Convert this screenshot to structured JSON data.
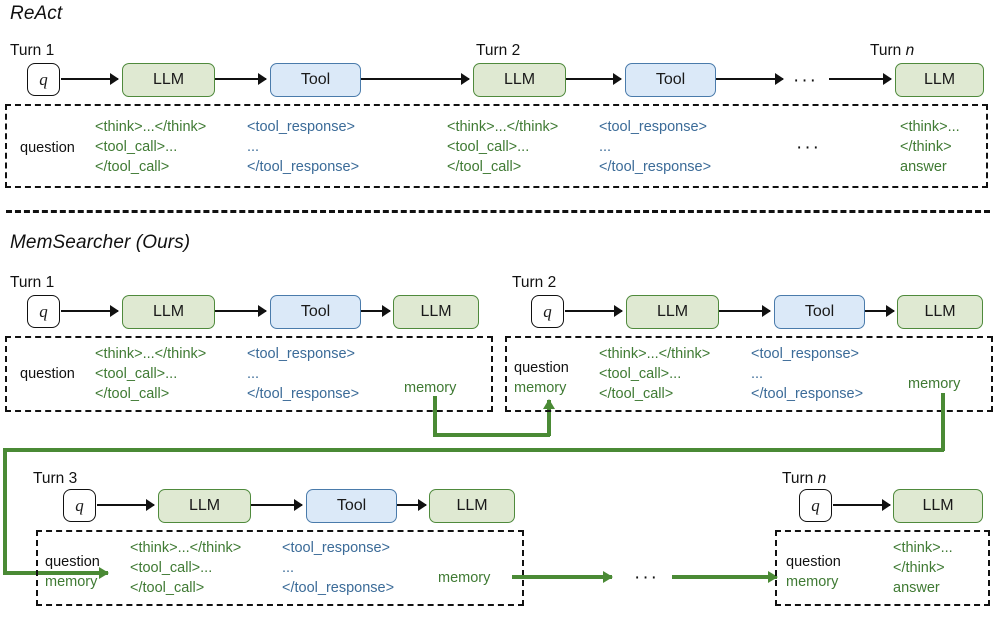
{
  "figure": {
    "sections": [
      {
        "title": "ReAct"
      },
      {
        "title": "MemSearcher (Ours)"
      }
    ]
  },
  "labels": {
    "turn1": "Turn 1",
    "turn2": "Turn 2",
    "turn3": "Turn 3",
    "turn_n_prefix": "Turn ",
    "turn_n_var": "n",
    "ellipsis": "···"
  },
  "nodes": {
    "q": "q",
    "llm": "LLM",
    "tool": "Tool"
  },
  "tokens": {
    "question": "question",
    "memory": "memory",
    "think_full": "<think>...</think>",
    "think_open": "<think>...",
    "think_close": "</think>",
    "answer": "answer",
    "tool_call_open": "<tool_call>...",
    "tool_call_close": "</tool_call>",
    "tool_response_open": "<tool_response>",
    "tool_response_mid": "...",
    "tool_response_close": "</tool_response>"
  },
  "colors": {
    "llm_fill": "#dfe9d2",
    "llm_border": "#4f8a3c",
    "tool_fill": "#dbe9f8",
    "tool_border": "#4a7bab",
    "green_text": "#3f7a33",
    "blue_text": "#3b6b98",
    "memory_line": "#4a8a35",
    "black": "#111111"
  }
}
